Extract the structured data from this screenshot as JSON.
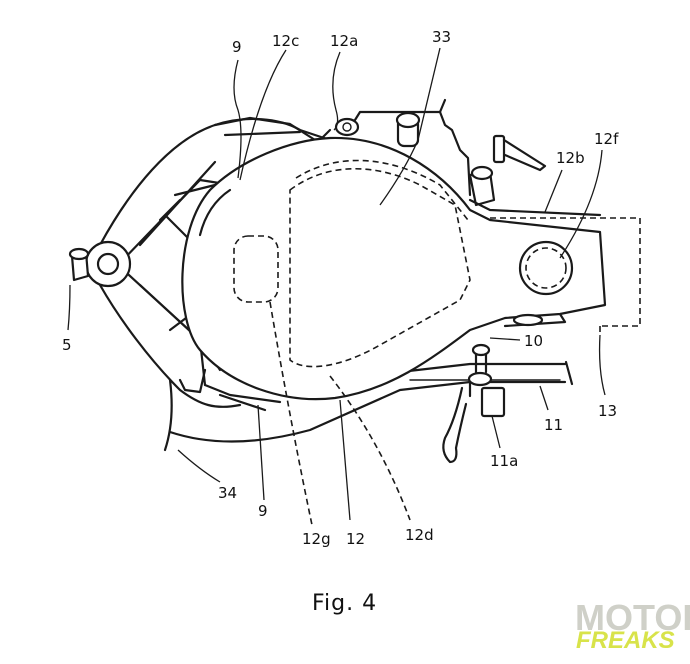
{
  "figure": {
    "caption": "Fig. 4",
    "labels": {
      "l_9_top": "9",
      "l_12c": "12c",
      "l_12a": "12a",
      "l_33": "33",
      "l_12f": "12f",
      "l_12b": "12b",
      "l_5": "5",
      "l_10": "10",
      "l_13": "13",
      "l_11": "11",
      "l_11a": "11a",
      "l_34": "34",
      "l_9_bottom": "9",
      "l_12g": "12g",
      "l_12": "12",
      "l_12d": "12d"
    }
  },
  "watermark": {
    "line1": "MOTOR",
    "line2": "FREAKS"
  },
  "colors": {
    "line": "#1a1a1a",
    "background": "#ffffff",
    "watermark_gray": "#cfd0c8",
    "watermark_yellow": "#d8e34a"
  }
}
